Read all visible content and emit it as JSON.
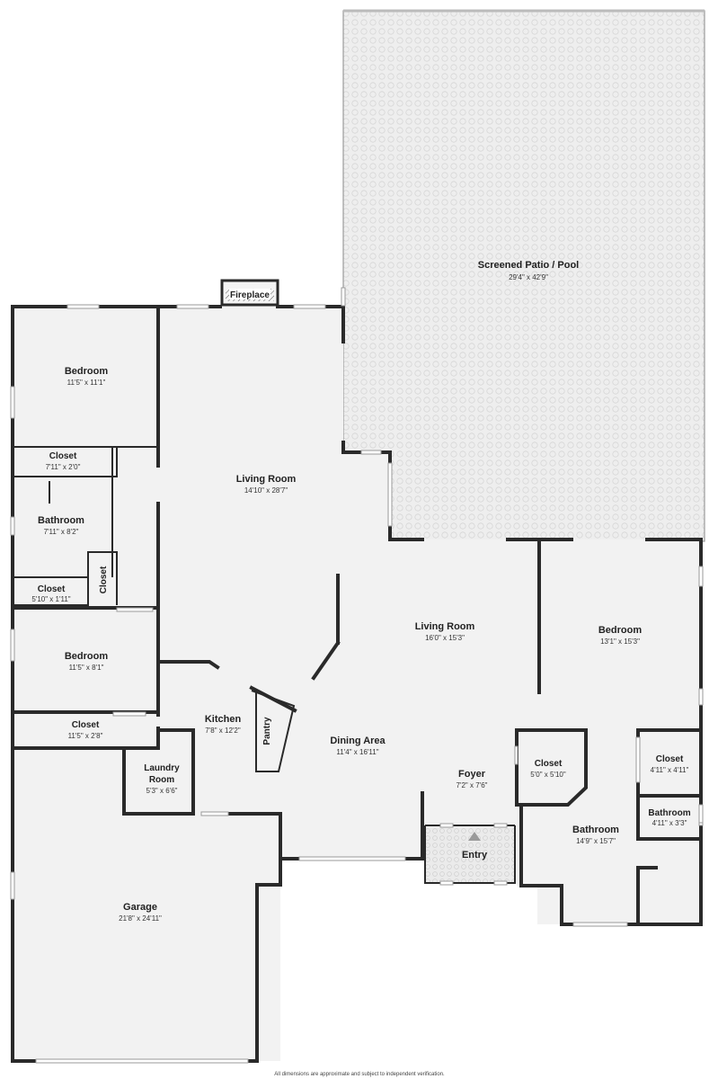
{
  "colors": {
    "wall": "#2a2a2a",
    "floor": "#f2f2f2",
    "patio": "#ececec",
    "tile": "#e6e6e6",
    "background": "#ffffff"
  },
  "rooms": {
    "patio": {
      "name": "Screened Patio / Pool",
      "dims": "29'4\" x 42'9\""
    },
    "fireplace": {
      "name": "Fireplace"
    },
    "bedroom1": {
      "name": "Bedroom",
      "dims": "11'5\" x 11'1\""
    },
    "closet1": {
      "name": "Closet",
      "dims": "7'11\" x 2'0\""
    },
    "bathroom1": {
      "name": "Bathroom",
      "dims": "7'11\" x 8'2\""
    },
    "closet2": {
      "name": "Closet",
      "dims": "5'10\" x 1'11\""
    },
    "closet3": {
      "name": "Closet"
    },
    "bedroom2": {
      "name": "Bedroom",
      "dims": "11'5\" x 8'1\""
    },
    "closet4": {
      "name": "Closet",
      "dims": "11'5\" x 2'8\""
    },
    "living1": {
      "name": "Living Room",
      "dims": "14'10\" x 28'7\""
    },
    "living2": {
      "name": "Living Room",
      "dims": "16'0\" x 15'3\""
    },
    "kitchen": {
      "name": "Kitchen",
      "dims": "7'8\" x 12'2\""
    },
    "pantry": {
      "name": "Pantry"
    },
    "laundry": {
      "name1": "Laundry",
      "name2": "Room",
      "dims": "5'3\" x 6'6\""
    },
    "dining": {
      "name": "Dining Area",
      "dims": "11'4\" x 16'11\""
    },
    "foyer": {
      "name": "Foyer",
      "dims": "7'2\" x 7'6\""
    },
    "entry": {
      "name": "Entry"
    },
    "closet5": {
      "name": "Closet",
      "dims": "5'0\" x 5'10\""
    },
    "bedroom3": {
      "name": "Bedroom",
      "dims": "13'1\" x 15'3\""
    },
    "closet6": {
      "name": "Closet",
      "dims": "4'11\" x 4'11\""
    },
    "bathroom2": {
      "name": "Bathroom",
      "dims": "14'9\" x 15'7\""
    },
    "bathroom3": {
      "name": "Bathroom",
      "dims": "4'11\" x 3'3\""
    },
    "garage": {
      "name": "Garage",
      "dims": "21'8\" x 24'11\""
    }
  },
  "footer": {
    "disclaimer": "All dimensions are approximate and subject to independent verification."
  }
}
